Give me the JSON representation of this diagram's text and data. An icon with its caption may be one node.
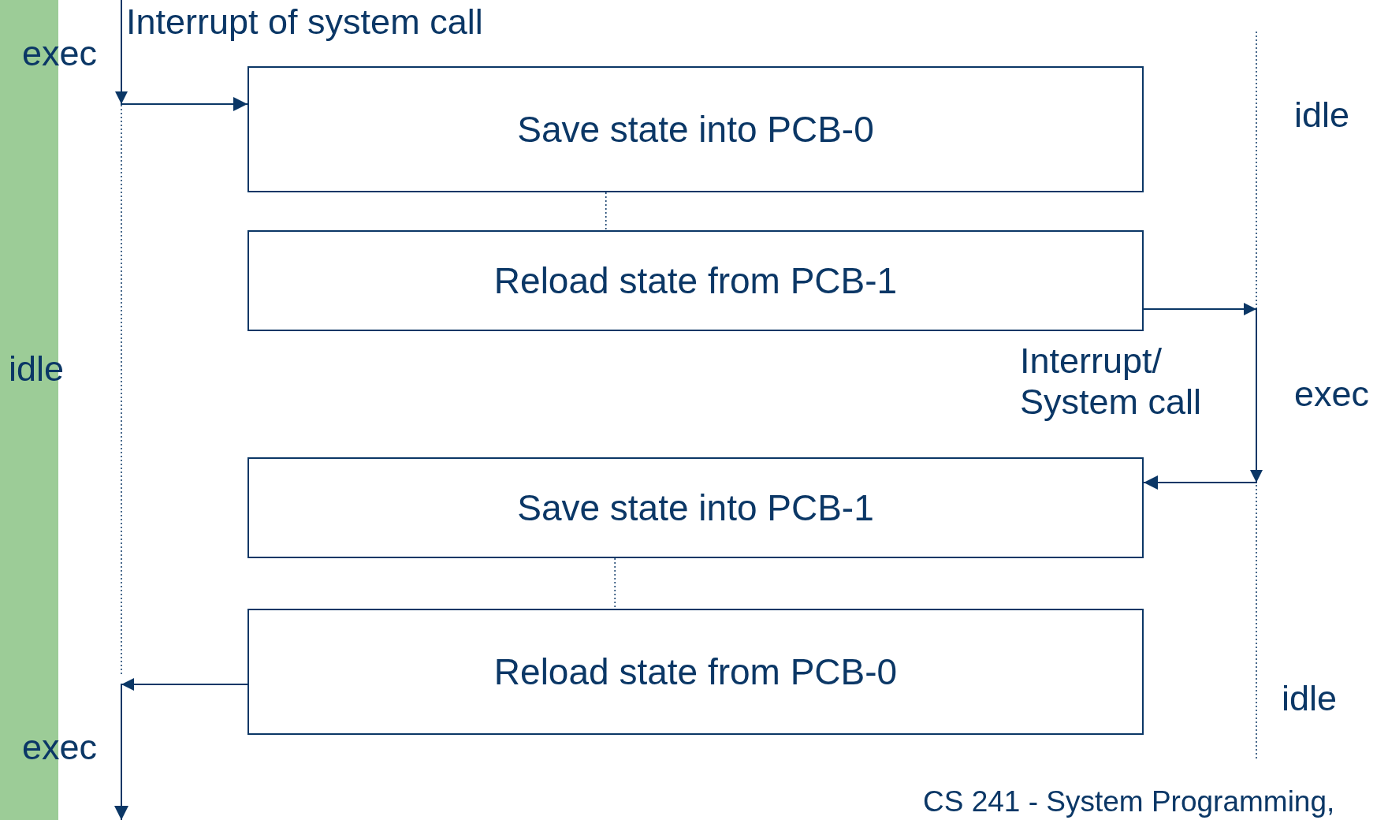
{
  "diagram": {
    "nodes": [
      {
        "text": [
          "Save state into PCB-0"
        ]
      },
      {
        "text": [
          "Reload state from PCB-1"
        ]
      },
      {
        "text": [
          "Save state into PCB-1"
        ]
      },
      {
        "text": [
          "Reload state from PCB-0"
        ]
      }
    ],
    "edges": [
      {
        "from": null,
        "to": 0,
        "arrow": "to",
        "label": "Interrupt of system call"
      },
      {
        "from": 0,
        "to": 1,
        "arrow": "none",
        "style": "dashed"
      },
      {
        "from": 1,
        "to": 2,
        "arrow": "to",
        "label": "Interrupt/ System call"
      },
      {
        "from": 2,
        "to": 3,
        "arrow": "none",
        "style": "dashed"
      },
      {
        "from": 3,
        "to": null,
        "arrow": "to"
      }
    ],
    "labels": [
      "exec",
      "idle",
      "exec",
      "idle",
      "exec",
      "idle",
      "CS 241 - System Programming,"
    ]
  }
}
